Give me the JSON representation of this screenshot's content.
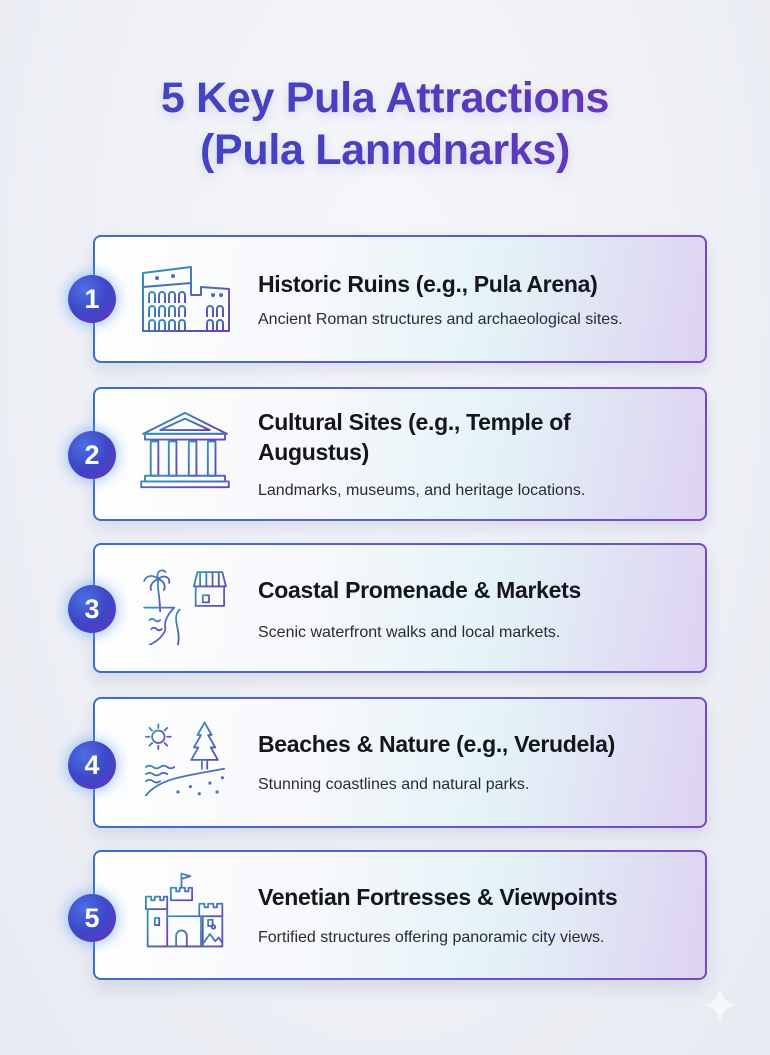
{
  "title": {
    "line1": "5 Key Pula Attractions",
    "line2": "(Pula Lanndnarks)"
  },
  "colors": {
    "title_start": "#3a4bc0",
    "title_end": "#7a2fb5",
    "badge": "#3d47c8",
    "border_start": "#3b6ec4",
    "border_end": "#7a48c4",
    "icon_teal": "#2f8fb0",
    "icon_purple": "#6a3fb8"
  },
  "items": [
    {
      "number": "1",
      "icon": "colosseum-icon",
      "title": "Historic Ruins (e.g., Pula Arena)",
      "description": "Ancient Roman structures and archaeological sites."
    },
    {
      "number": "2",
      "icon": "temple-icon",
      "title": "Cultural Sites (e.g., Temple of Augustus)",
      "description": "Landmarks, museums, and heritage locations."
    },
    {
      "number": "3",
      "icon": "palm-market-icon",
      "title": "Coastal Promenade & Markets",
      "description": "Scenic waterfront walks and local markets."
    },
    {
      "number": "4",
      "icon": "sun-tree-beach-icon",
      "title": "Beaches & Nature (e.g., Verudela)",
      "description": "Stunning coastlines and natural parks."
    },
    {
      "number": "5",
      "icon": "fortress-icon",
      "title": "Venetian Fortresses & Viewpoints",
      "description": "Fortified structures offering panoramic city views."
    }
  ]
}
